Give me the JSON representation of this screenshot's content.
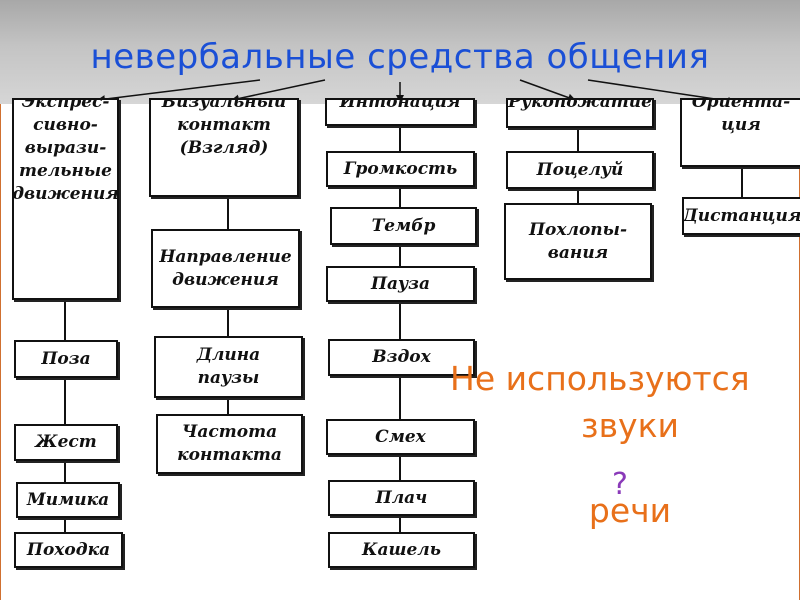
{
  "title": "невербальные средства общения",
  "columns": {
    "expressive": {
      "head": "Экспрес-\nсивно-\nвырази-\nтельные\nдвижения",
      "items": [
        "Поза",
        "Жест",
        "Мимика",
        "Походка"
      ]
    },
    "visual": {
      "head": "Визуальный\nконтакт\n(Взгляд)",
      "items": [
        "Направление\nдвижения",
        "Длина\nпаузы",
        "Частота\nконтакта"
      ]
    },
    "intonation": {
      "head": "Интонация",
      "items": [
        "Громкость",
        "Тембр",
        "Пауза",
        "Вздох",
        "Смех",
        "Плач",
        "Кашель"
      ]
    },
    "handshake": {
      "head": "Рукопожатие",
      "items": [
        "Поцелуй",
        "Похлопы-\nвания"
      ]
    },
    "orientation": {
      "head": "Ориента-\nция",
      "items": [
        "Дистанция"
      ]
    }
  },
  "note": {
    "line1": "Не используются",
    "line2": "звуки",
    "line3": "речи",
    "mark": "?"
  }
}
